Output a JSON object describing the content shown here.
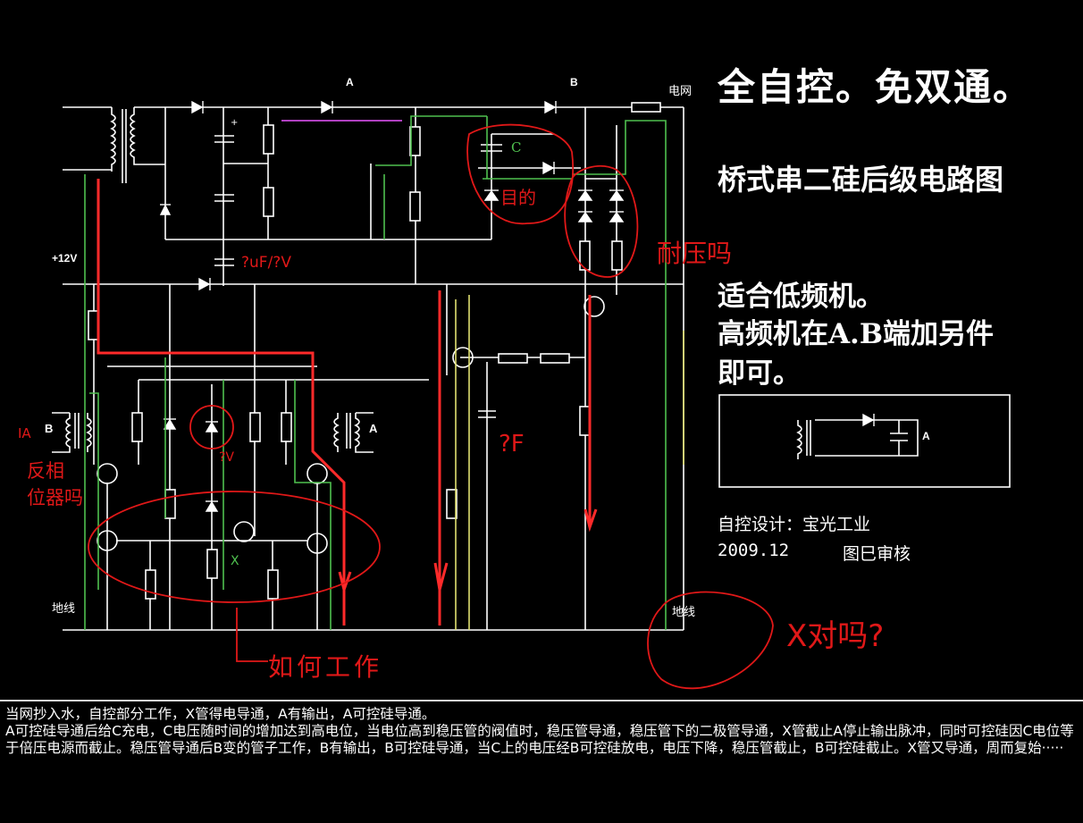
{
  "colors": {
    "background": "#000000",
    "wire": "#ffffff",
    "green_path": "#4fc04f",
    "yellow_path": "#e0e070",
    "red_path": "#ff2a2a",
    "annotation_red": "#e01818",
    "purple_wire": "#b040c0"
  },
  "titles": {
    "main": "全自控。免双通。",
    "subtitle": "桥式串二硅后级电路图",
    "line1": "适合低频机。",
    "line2": "高频机在A.B端加另件",
    "line3": "即可。"
  },
  "credits": {
    "designer": "自控设计：宝光工业",
    "date": "2009.12",
    "review": "图巳审核"
  },
  "labels": {
    "A_top": "A",
    "B_top": "B",
    "grid": "电网",
    "C": "C",
    "plus12v": "+12V",
    "B_left": "B",
    "A_right": "A",
    "X": "X",
    "ground_left": "地线",
    "ground_right": "地线",
    "inset_A": "A",
    "plus_sign": "+"
  },
  "annotations": {
    "purpose": "目的",
    "withstand": "耐压吗",
    "v_label": "?V",
    "uf_label": "?uF/?V",
    "phase": "反相\n位器吗",
    "how_work": "如何工作",
    "pf_label": "?F",
    "ok": "X对吗?",
    "ia": "IA"
  },
  "description": [
    "当网抄入水，自控部分工作，X管得电导通，A有输出，A可控硅导通。",
    "A可控硅导通后给C充电，C电压随时间的增加达到高电位，当电位高到稳压管的阀值时，稳压管导通，稳压管下的二极管导通，X管截止A停止输出脉冲，同时可控硅因C电位等于倍压电源而截止。稳压管导通后B变的管子工作，B有输出，B可控硅导通，当C上的电压经B可控硅放电，电压下降，稳压管截止，B可控硅截止。X管又导通，周而复始·····"
  ]
}
